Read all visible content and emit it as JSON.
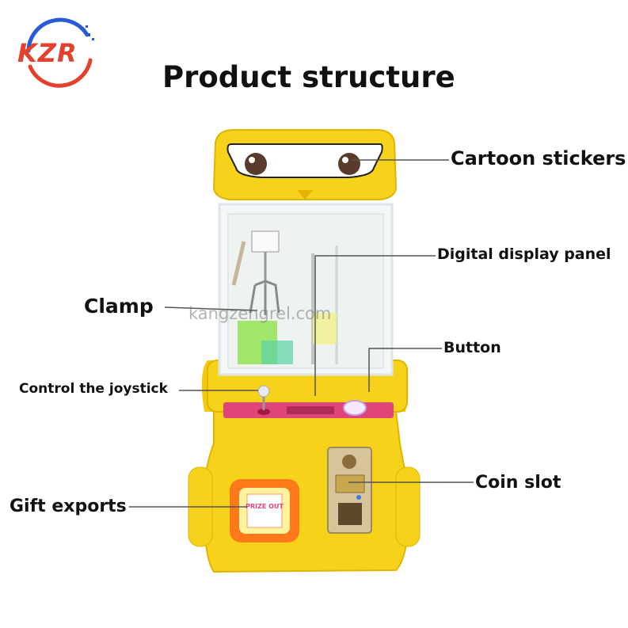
{
  "logo": {
    "text": "KZR",
    "ring_colors": [
      "#2a5bd7",
      "#e2412e"
    ]
  },
  "title": "Product structure",
  "watermark": "kangzengrel.com",
  "labels": {
    "cartoon_stickers": "Cartoon stickers",
    "digital_display_panel": "Digital display panel",
    "clamp": "Clamp",
    "button": "Button",
    "control_joystick": "Control the joystick",
    "coin_slot": "Coin slot",
    "gift_exports": "Gift exports"
  },
  "gift_door_text": "PRIZE OUT",
  "colors": {
    "cabinet": "#f6d21a",
    "cabinet_dark": "#e0b400",
    "panel_pink": "#e0457a",
    "glow": "#ff6a1a"
  }
}
